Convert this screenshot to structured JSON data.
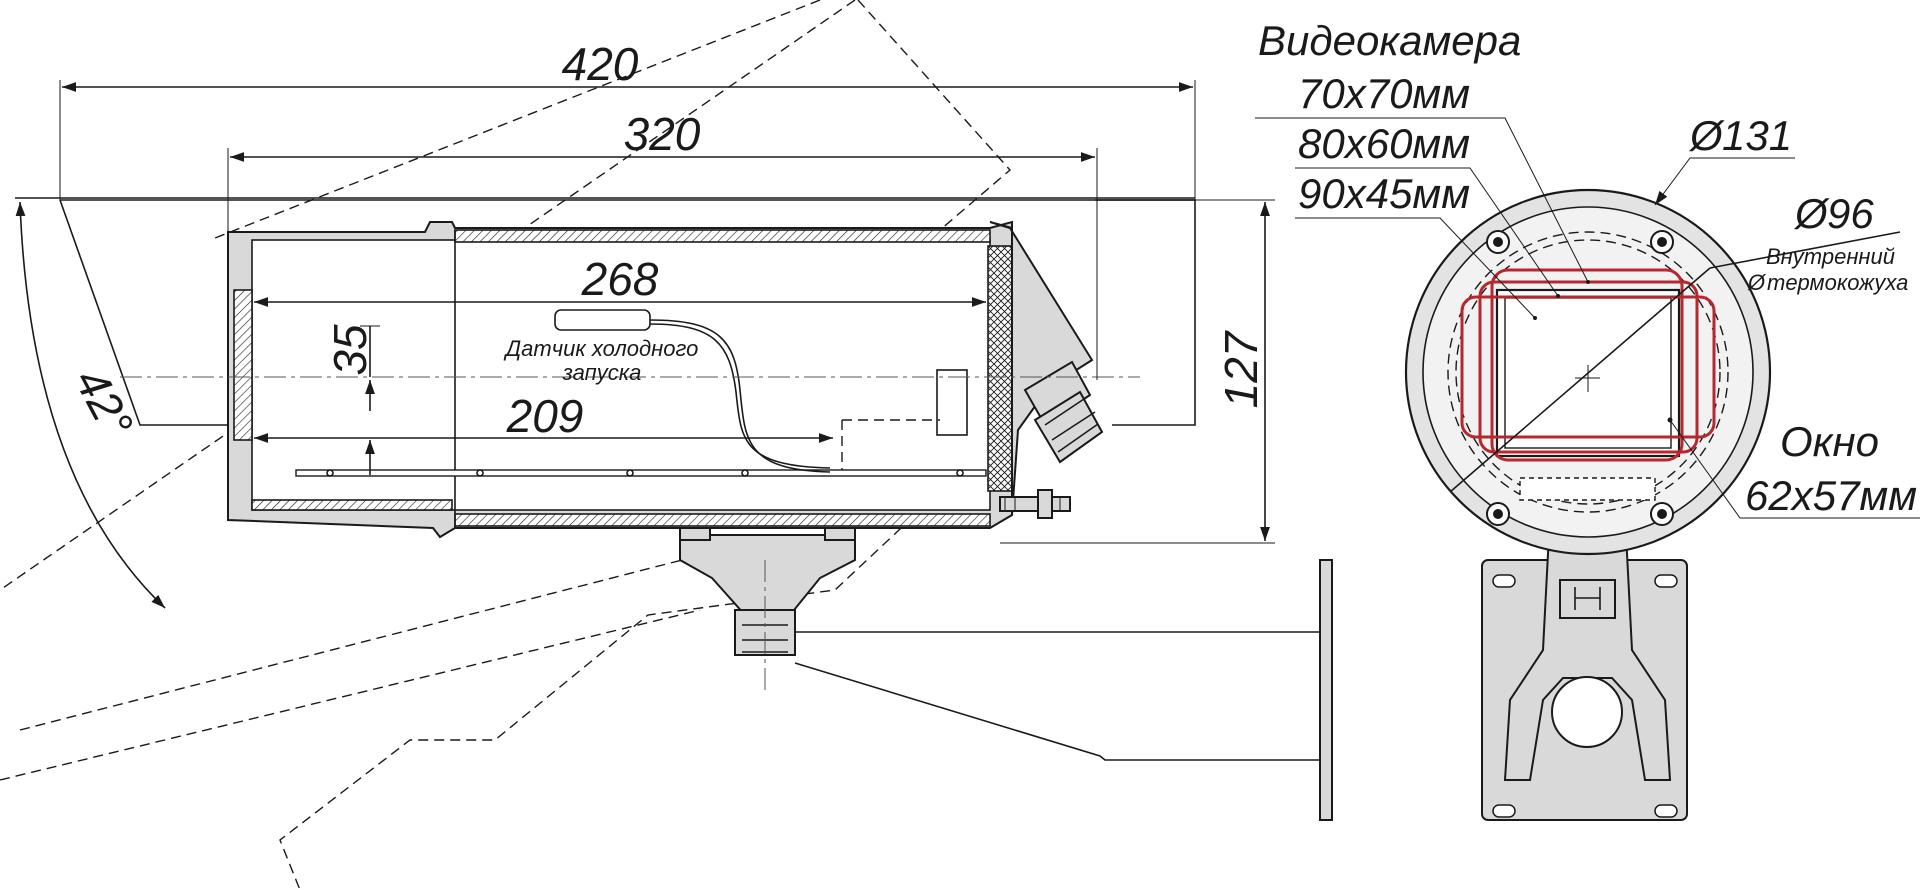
{
  "dimensions": {
    "overall_length": "420",
    "housing_length": "320",
    "inner_length": "268",
    "sensor_span": "209",
    "sensor_height": "35",
    "visor_angle": "42°",
    "height": "127",
    "outer_diameter": "131",
    "inner_diameter": "96"
  },
  "labels": {
    "sensor_line1": "Датчик холодного",
    "sensor_line2": "запуска",
    "camera_title": "Видеокамера",
    "camera_size_1": "70x70мм",
    "camera_size_2": "80x60мм",
    "camera_size_3": "90x45мм",
    "inner_line1": "Внутренний",
    "inner_line2": "термокожуха",
    "window_title": "Окно",
    "window_size": "62x57мм",
    "diameter_symbol": "Ø"
  },
  "colors": {
    "line": "#1a1a1a",
    "body": "#d9d9d9",
    "camera_outline": "#b7282e"
  }
}
